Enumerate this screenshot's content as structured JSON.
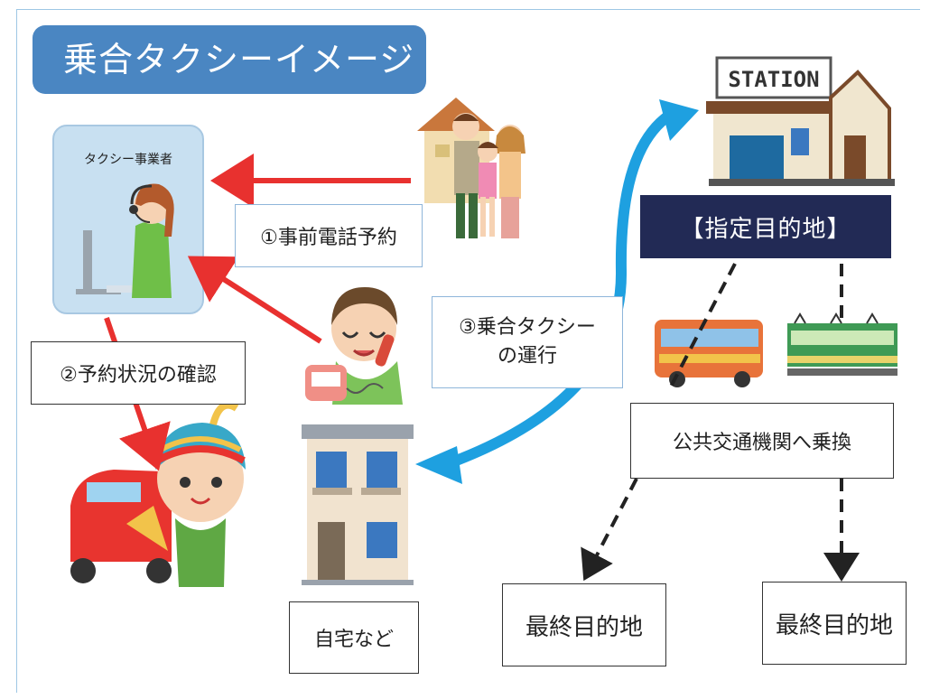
{
  "title": "乗合タクシーイメージ図",
  "operator": {
    "label": "タクシー事業者"
  },
  "labels": {
    "step1": "①事前電話予約",
    "step2": "②予約状況の確認",
    "step3_line1": "③乗合タクシー",
    "step3_line2": "の運行",
    "designated_destination": "【指定目的地】",
    "station_sign": "STATION",
    "transfer": "公共交通機関へ乗換",
    "home": "自宅など",
    "final_left": "最終目的地",
    "final_right": "最終目的地"
  },
  "colors": {
    "title_bg": "#4a86c2",
    "red_arrow": "#e8312f",
    "blue_arrow": "#1ea0e0",
    "banner_bg": "#222a55"
  }
}
